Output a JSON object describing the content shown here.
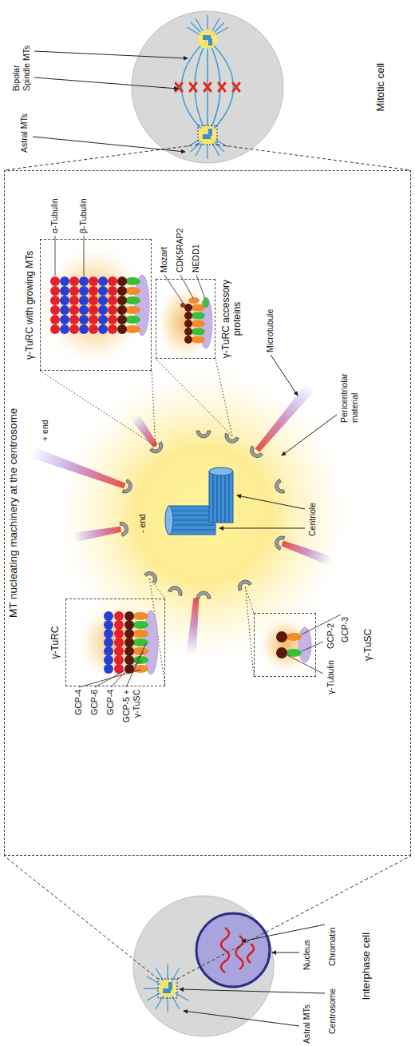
{
  "diagram": {
    "nodes": [
      {
        "text": [
          "Interphase cell"
        ]
      },
      {
        "text": [
          "MT nucleating machinery at the centrosome"
        ]
      },
      {
        "text": [
          "γ-TuRC"
        ],
        "in": 1
      },
      {
        "text": [
          "γ-TuRC with growing MTs"
        ],
        "in": 1
      },
      {
        "text": [
          "γ-TuSC"
        ],
        "in": 1
      },
      {
        "text": [
          "γ-TuRC accessory proteins"
        ],
        "in": 1
      },
      {
        "text": [
          "Mitotic cell"
        ]
      }
    ],
    "labels": [
      "Astral MTs",
      "Centrosome",
      "Chromatin",
      "Nucleus",
      "GCP-4",
      "GCP-6",
      "GCP-4",
      "GCP-5 + γ-TuSC",
      "- end",
      "+ end",
      "α-Tubulin",
      "β-Tubulin",
      "Centriole",
      "Microtubule",
      "Pericentriolar material",
      "γ-Tubulin",
      "GCP-2",
      "GCP-3",
      "Mozart",
      "CDK5RAP2",
      "NEDD1",
      "Astral MTs",
      "Bipolar Spindle MTs"
    ]
  }
}
